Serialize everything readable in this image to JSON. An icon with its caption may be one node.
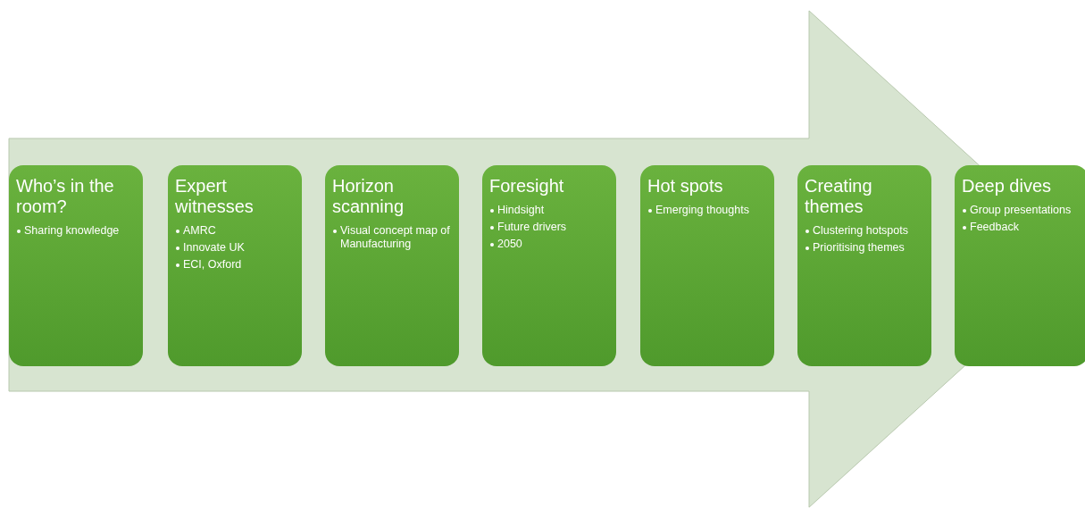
{
  "diagram": {
    "nodes": [
      {
        "text": [],
        "shape": "arrow"
      },
      {
        "text": [
          "Who’s in the room?",
          "Sharing knowledge"
        ],
        "in": 0
      },
      {
        "text": [
          "Expert witnesses",
          "AMRC",
          "Innovate UK",
          "ECI, Oxford"
        ],
        "in": 0
      },
      {
        "text": [
          "Horizon scanning",
          "Visual concept map of Manufacturing"
        ],
        "in": 0
      },
      {
        "text": [
          "Foresight",
          "Hindsight",
          "Future drivers",
          "2050"
        ],
        "in": 0
      },
      {
        "text": [
          "Hot spots",
          "Emerging thoughts"
        ],
        "in": 0
      },
      {
        "text": [
          "Creating themes",
          "Clustering hotspots",
          "Prioritising themes"
        ],
        "in": 0
      },
      {
        "text": [
          "Deep dives",
          "Group presentations",
          "Feedback"
        ],
        "in": 0
      }
    ],
    "edges": []
  }
}
